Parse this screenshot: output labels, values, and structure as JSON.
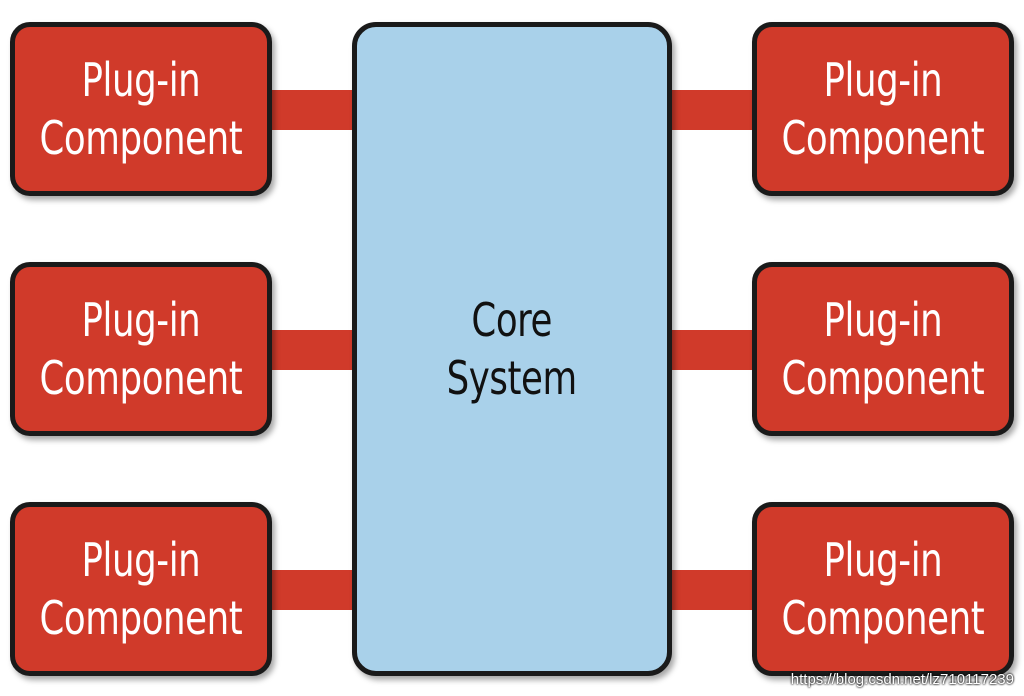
{
  "diagram": {
    "core": {
      "line1": "Core",
      "line2": "System"
    },
    "plugins": [
      {
        "line1": "Plug-in",
        "line2": "Component"
      },
      {
        "line1": "Plug-in",
        "line2": "Component"
      },
      {
        "line1": "Plug-in",
        "line2": "Component"
      },
      {
        "line1": "Plug-in",
        "line2": "Component"
      },
      {
        "line1": "Plug-in",
        "line2": "Component"
      },
      {
        "line1": "Plug-in",
        "line2": "Component"
      }
    ]
  },
  "colors": {
    "core_fill": "#a9d1ea",
    "plugin_fill": "#d03a2a",
    "border": "#1a1a1a"
  },
  "watermark": "https://blog.csdn.net/lz710117239"
}
